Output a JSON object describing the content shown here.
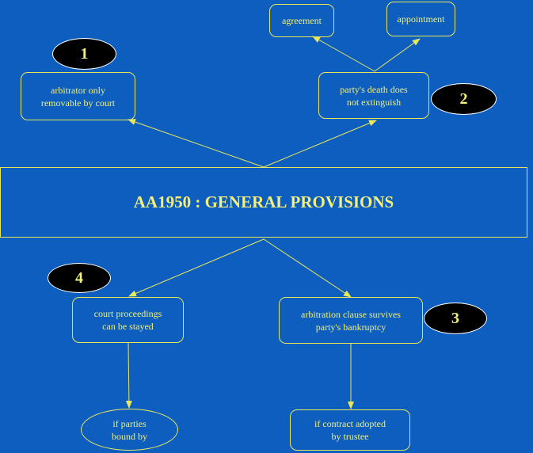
{
  "diagram": {
    "title": "AA1950 : GENERAL PROVISIONS",
    "nodes": {
      "agreement": "agreement",
      "appointment": "appointment",
      "arbitrator": "arbitrator only\nremovable by court",
      "party_death": "party's death does\nnot extinguish",
      "court_proceedings": "court proceedings\ncan be stayed",
      "bankruptcy": "arbitration clause survives\nparty's bankruptcy",
      "parties_bound": "if parties\nbound by",
      "trustee": "if contract adopted\nby trustee"
    },
    "badges": {
      "one": "1",
      "two": "2",
      "three": "3",
      "four": "4"
    }
  },
  "colors": {
    "background": "#0e5ec0",
    "line": "#e8e85a",
    "text": "#f2f07a",
    "badge_fill": "#000000"
  }
}
